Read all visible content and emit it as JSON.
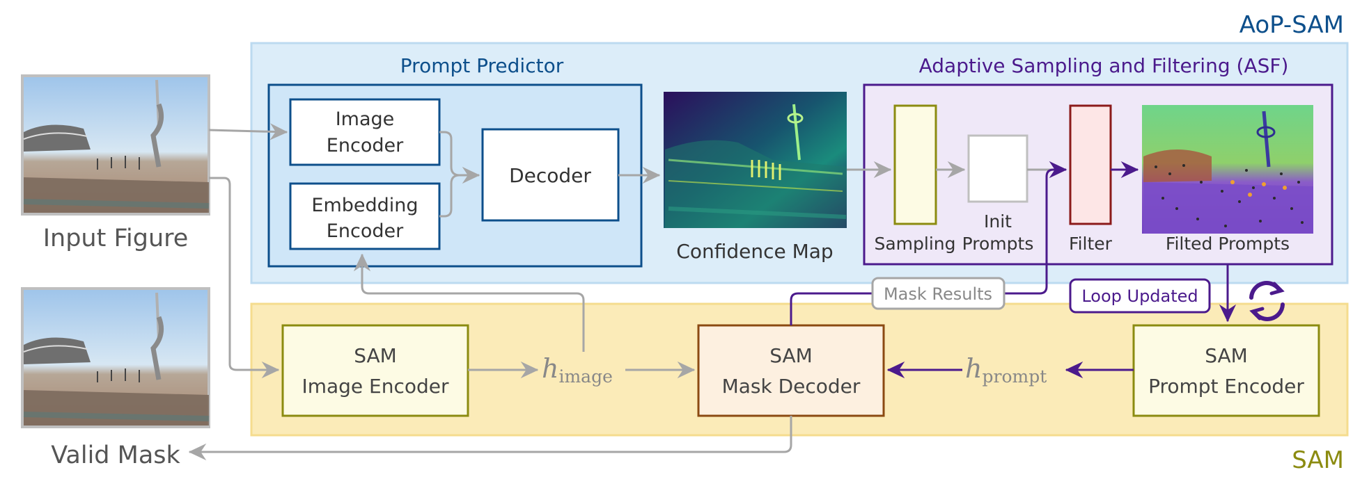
{
  "regions": {
    "aop_sam": "AoP-SAM",
    "sam": "SAM"
  },
  "prompt_predictor": {
    "title": "Prompt Predictor",
    "image_encoder": [
      "Image",
      "Encoder"
    ],
    "embedding_encoder": [
      "Embedding",
      "Encoder"
    ],
    "decoder": "Decoder"
  },
  "confidence_map": "Confidence Map",
  "asf": {
    "title": "Adaptive Sampling and Filtering (ASF)",
    "sampling": "Sampling",
    "init_prompts": [
      "Init",
      "Prompts"
    ],
    "filter": "Filter",
    "filted_prompts": "Filted Prompts"
  },
  "inputs": {
    "input_figure": "Input Figure",
    "valid_mask": "Valid Mask"
  },
  "sam": {
    "image_encoder": [
      "SAM",
      "Image Encoder"
    ],
    "mask_decoder": [
      "SAM",
      "Mask Decoder"
    ],
    "prompt_encoder": [
      "SAM",
      "Prompt Encoder"
    ],
    "h_image": "h",
    "h_image_sub": "image",
    "h_prompt": "h",
    "h_prompt_sub": "prompt"
  },
  "tags": {
    "mask_results": "Mask Results",
    "loop_updated": "Loop Updated"
  },
  "colors": {
    "aop_region_fill": "#dcedf9",
    "sam_region_fill": "#fbebb8",
    "blue_dark": "#0d4f8b",
    "purple": "#4b1a8c",
    "olive": "#8b8b10",
    "brown": "#8b4a12",
    "red": "#8b1a1a",
    "gray_arrow": "#a6a6a6"
  },
  "icons": [
    "loop-icon",
    "input-photo",
    "valid-mask-photo",
    "confidence-map-heatmap",
    "filted-prompts-overlay"
  ]
}
